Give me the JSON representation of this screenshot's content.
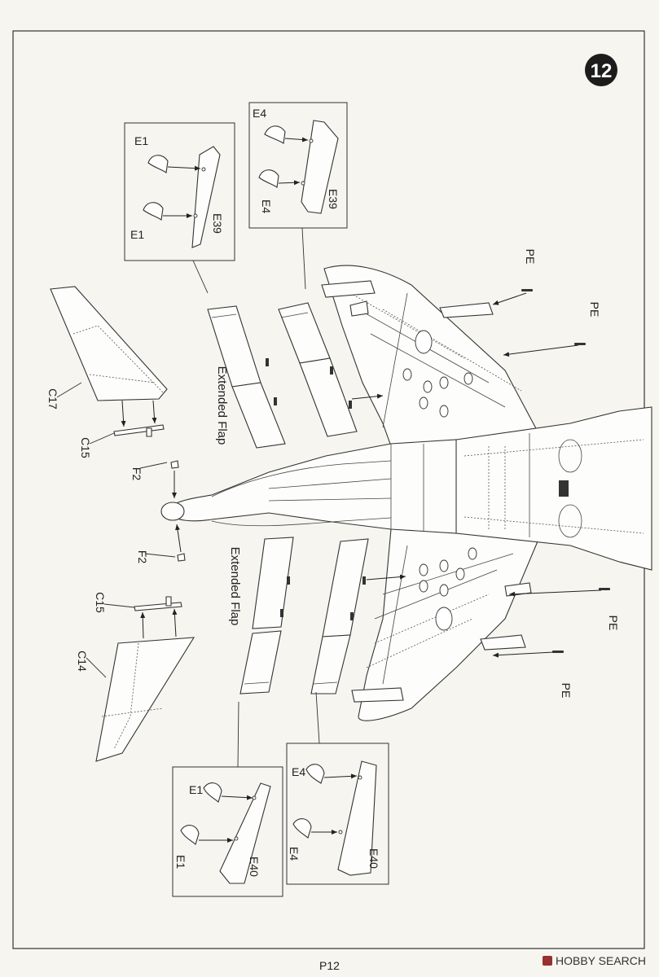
{
  "step": {
    "number": "12"
  },
  "labels": {
    "pe": "PE",
    "e1": "E1",
    "e4": "E4",
    "e39": "E39",
    "e40": "E40",
    "c14": "C14",
    "c15": "C15",
    "c17": "C17",
    "f2": "F2",
    "extended_flap": "Extended Flap"
  },
  "page": {
    "number": "P12"
  },
  "watermark": {
    "brand": "HOBBY SEARCH"
  }
}
